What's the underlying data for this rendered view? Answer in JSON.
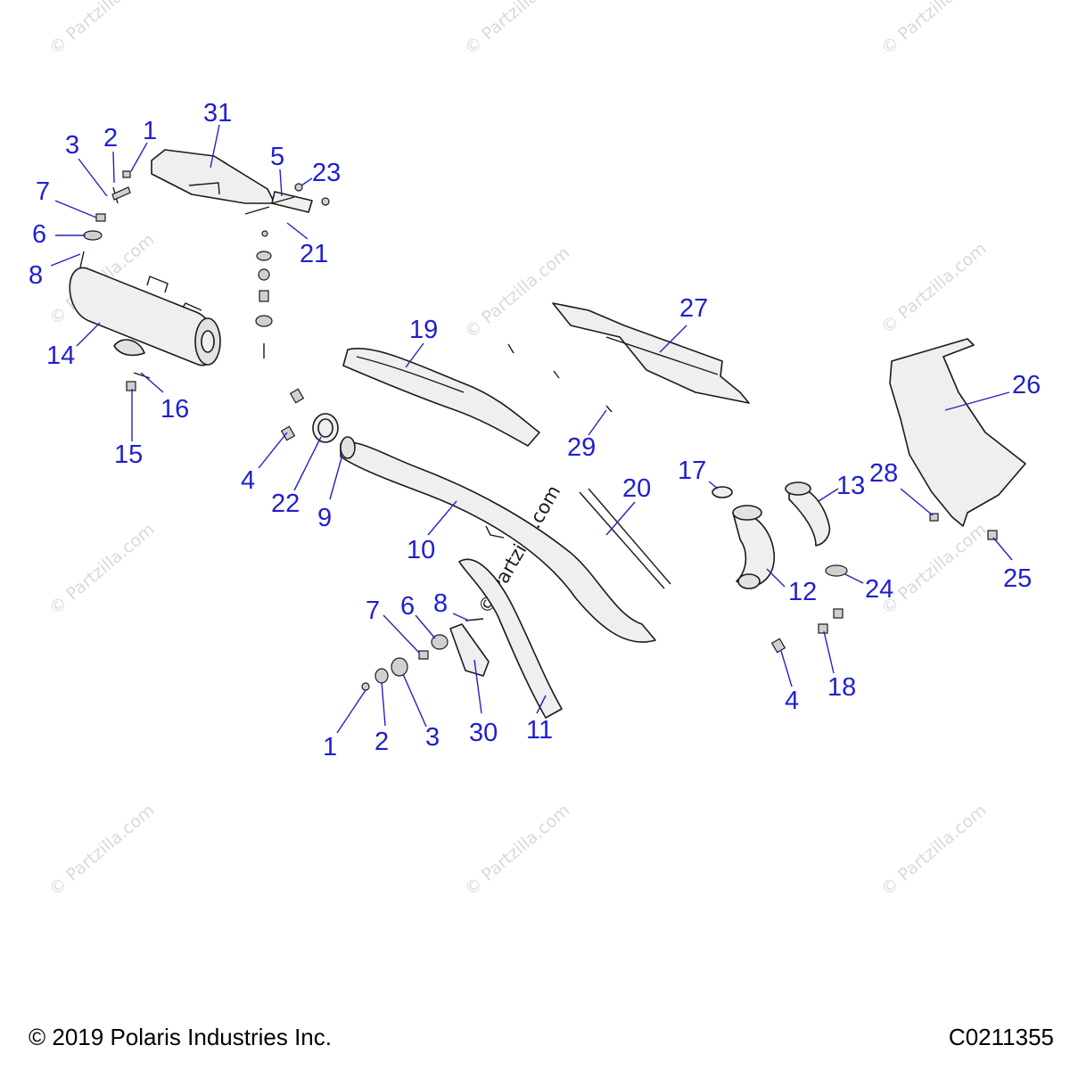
{
  "watermark": "© Partzilla.com",
  "footer": {
    "copyright": "© 2019 Polaris Industries Inc.",
    "drawing_code": "C0211355"
  },
  "callouts": [
    "31",
    "1",
    "2",
    "3",
    "7",
    "6",
    "8",
    "5",
    "23",
    "21",
    "14",
    "16",
    "15",
    "19",
    "27",
    "26",
    "29",
    "4",
    "22",
    "9",
    "10",
    "20",
    "17",
    "13",
    "28",
    "12",
    "24",
    "25",
    "8",
    "7",
    "6",
    "18",
    "4",
    "1",
    "2",
    "3",
    "30",
    "11"
  ],
  "colors": {
    "callout": "#1f1fd0",
    "leader": "#2222c8",
    "line": "#1a1a1a"
  }
}
